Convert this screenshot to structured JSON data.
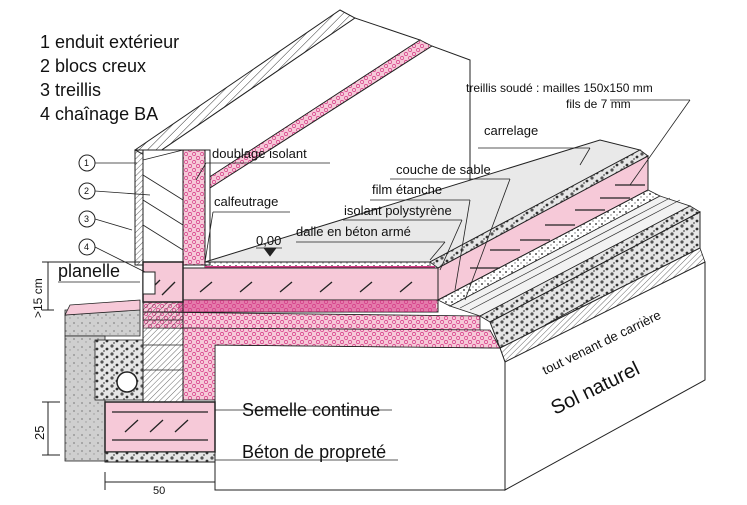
{
  "legend": [
    "1 enduit extérieur",
    "2 blocs creux",
    "3 treillis",
    "4 chaînage BA"
  ],
  "circle_numbers": [
    "1",
    "2",
    "3",
    "4"
  ],
  "labels": {
    "treillis_soude_line1": "treillis soudé : mailles 150x150 mm",
    "treillis_soude_line2": "fils de 7 mm",
    "carrelage": "carrelage",
    "doublage_isolant": "doublage isolant",
    "couche_de_sable": "couche de sable",
    "film_etanche": "film étanche",
    "calfeutrage": "calfeutrage",
    "isolant_polystyrene": "isolant polystyrène",
    "niveau_zero": "0,00",
    "dalle_beton_arme": "dalle en béton armé",
    "planelle": "planelle",
    "hauteur_15cm": ">15 cm",
    "tout_venant": "tout venant de carrière",
    "sol_naturel": "Sol naturel",
    "semelle_continue": "Semelle continue",
    "beton_proprete": "Béton de propreté",
    "dim_25": "25",
    "dim_50": "50"
  },
  "colors": {
    "insulation_pink": "#f6c9d8",
    "insulation_magenta": "#d63a86",
    "concrete_grey": "#d9d9d9",
    "line": "#1a1a1a"
  }
}
